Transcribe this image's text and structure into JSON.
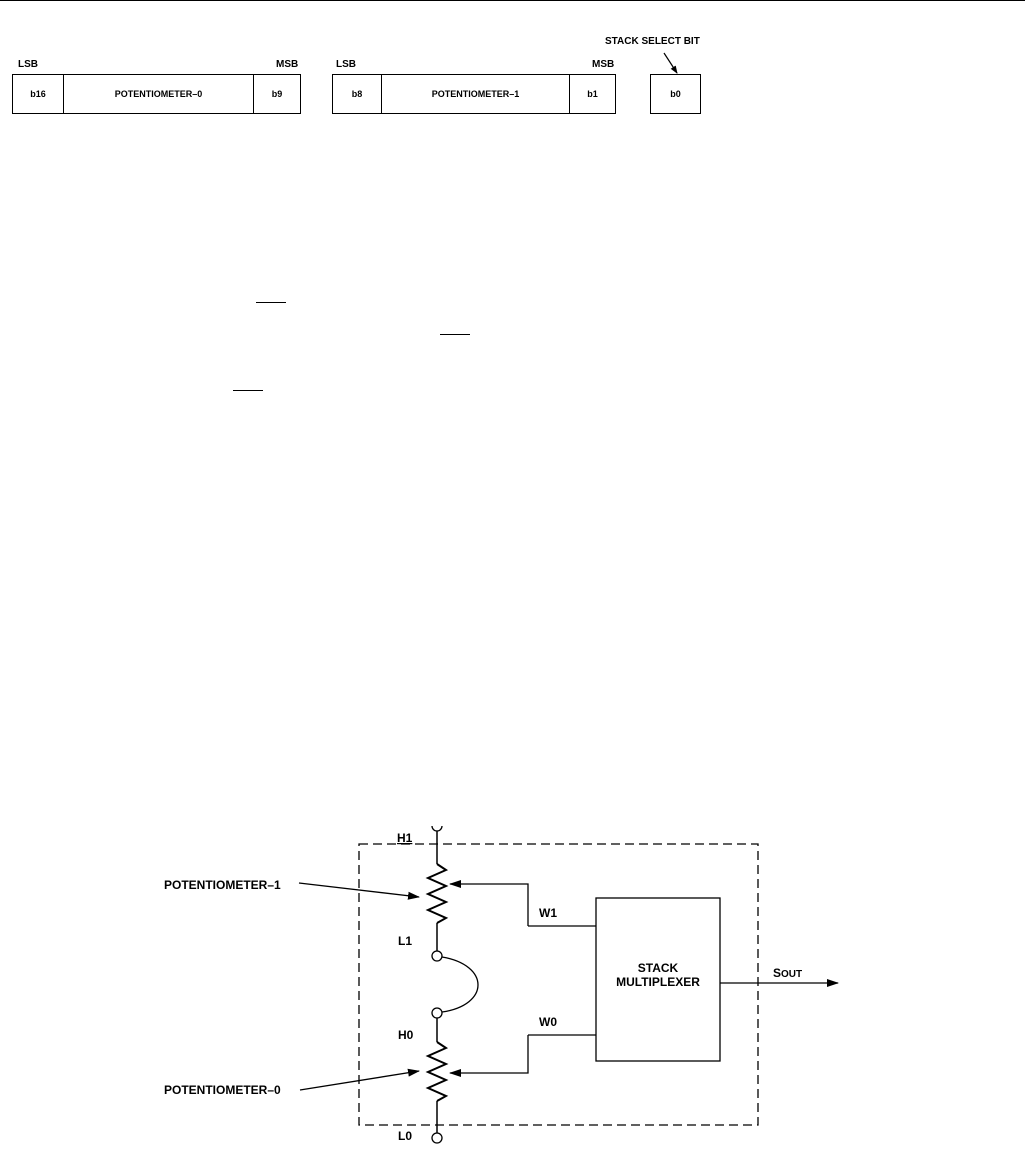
{
  "register": {
    "stack_select_label": "STACK SELECT BIT",
    "word0": {
      "lsb": "LSB",
      "msb": "MSB",
      "first_bit": "b16",
      "name": "POTENTIOMETER–0",
      "last_bit": "b9"
    },
    "word1": {
      "lsb": "LSB",
      "msb": "MSB",
      "first_bit": "b8",
      "name": "POTENTIOMETER–1",
      "last_bit": "b1"
    },
    "select_bit": "b0"
  },
  "circuit": {
    "h1": "H1",
    "l1": "L1",
    "h0": "H0",
    "l0": "L0",
    "w1": "W1",
    "w0": "W0",
    "pot1_label": "POTENTIOMETER–1",
    "pot0_label": "POTENTIOMETER–0",
    "mux_line1": "STACK",
    "mux_line2": "MULTIPLEXER",
    "sout_main": "S",
    "sout_sub": "OUT"
  }
}
